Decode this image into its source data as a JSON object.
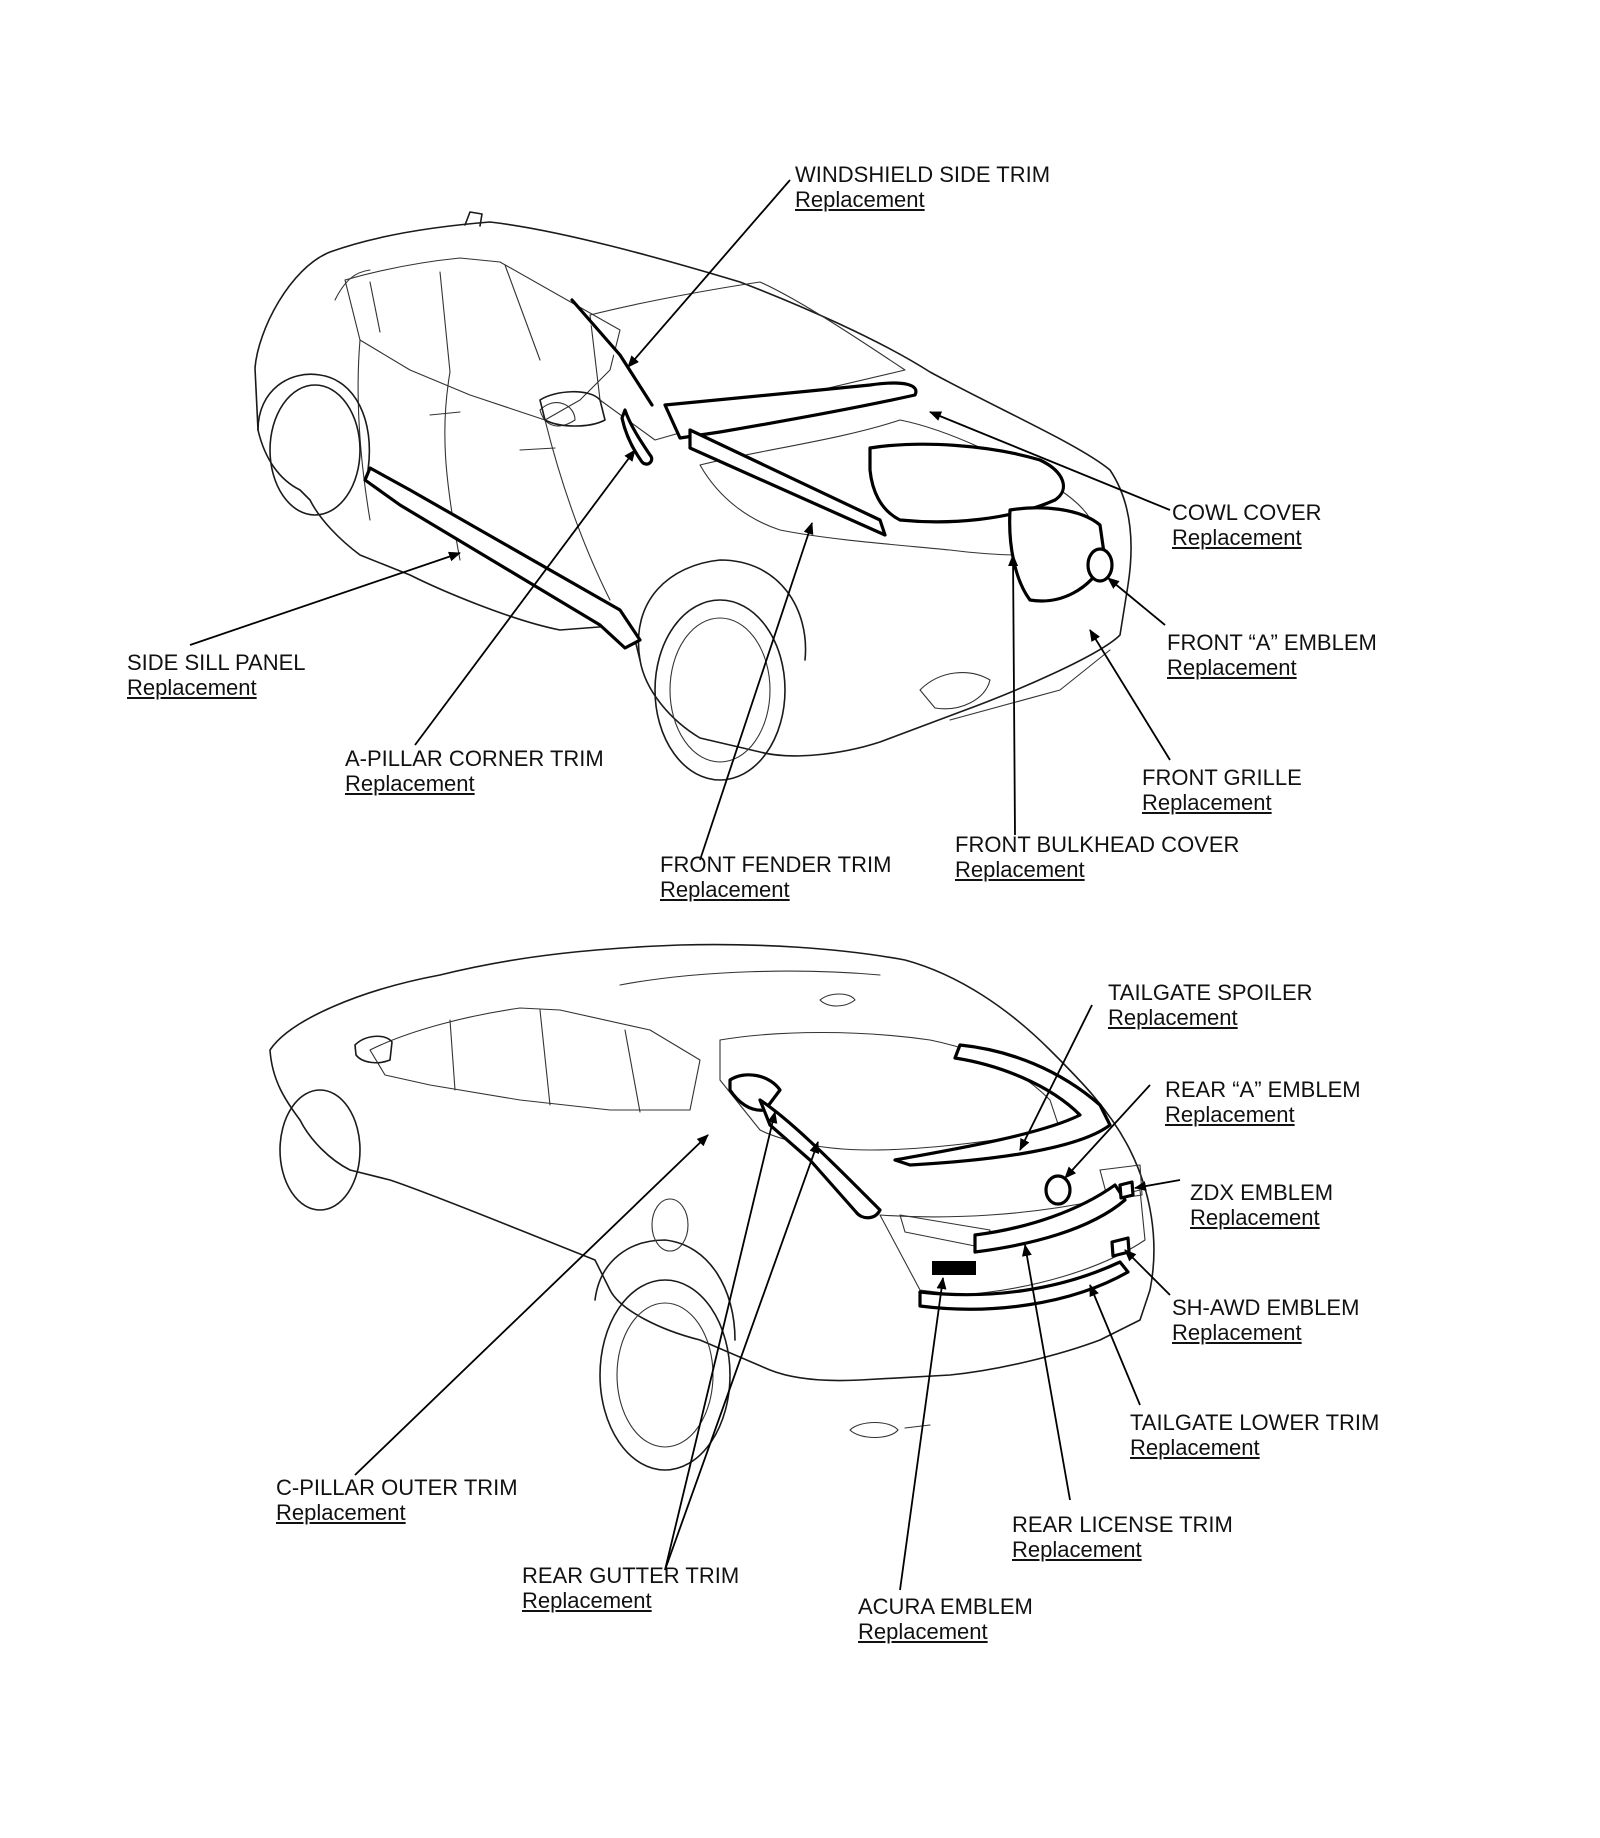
{
  "link_text": "Replacement",
  "callouts": [
    {
      "id": "windshield-side-trim",
      "title": "WINDSHIELD SIDE TRIM"
    },
    {
      "id": "cowl-cover",
      "title": "COWL COVER"
    },
    {
      "id": "front-a-emblem",
      "title": "FRONT “A” EMBLEM"
    },
    {
      "id": "front-grille",
      "title": "FRONT GRILLE"
    },
    {
      "id": "front-bulkhead-cover",
      "title": "FRONT BULKHEAD COVER"
    },
    {
      "id": "front-fender-trim",
      "title": "FRONT FENDER TRIM"
    },
    {
      "id": "a-pillar-corner-trim",
      "title": "A-PILLAR CORNER TRIM"
    },
    {
      "id": "side-sill-panel",
      "title": "SIDE SILL PANEL"
    },
    {
      "id": "tailgate-spoiler",
      "title": "TAILGATE SPOILER"
    },
    {
      "id": "rear-a-emblem",
      "title": "REAR “A” EMBLEM"
    },
    {
      "id": "zdx-emblem",
      "title": "ZDX EMBLEM"
    },
    {
      "id": "sh-awd-emblem",
      "title": "SH-AWD EMBLEM"
    },
    {
      "id": "tailgate-lower-trim",
      "title": "TAILGATE LOWER TRIM"
    },
    {
      "id": "rear-license-trim",
      "title": "REAR LICENSE TRIM"
    },
    {
      "id": "acura-emblem",
      "title": "ACURA EMBLEM"
    },
    {
      "id": "rear-gutter-trim",
      "title": "REAR GUTTER TRIM"
    },
    {
      "id": "c-pillar-outer-trim",
      "title": "C-PILLAR OUTER TRIM"
    }
  ]
}
